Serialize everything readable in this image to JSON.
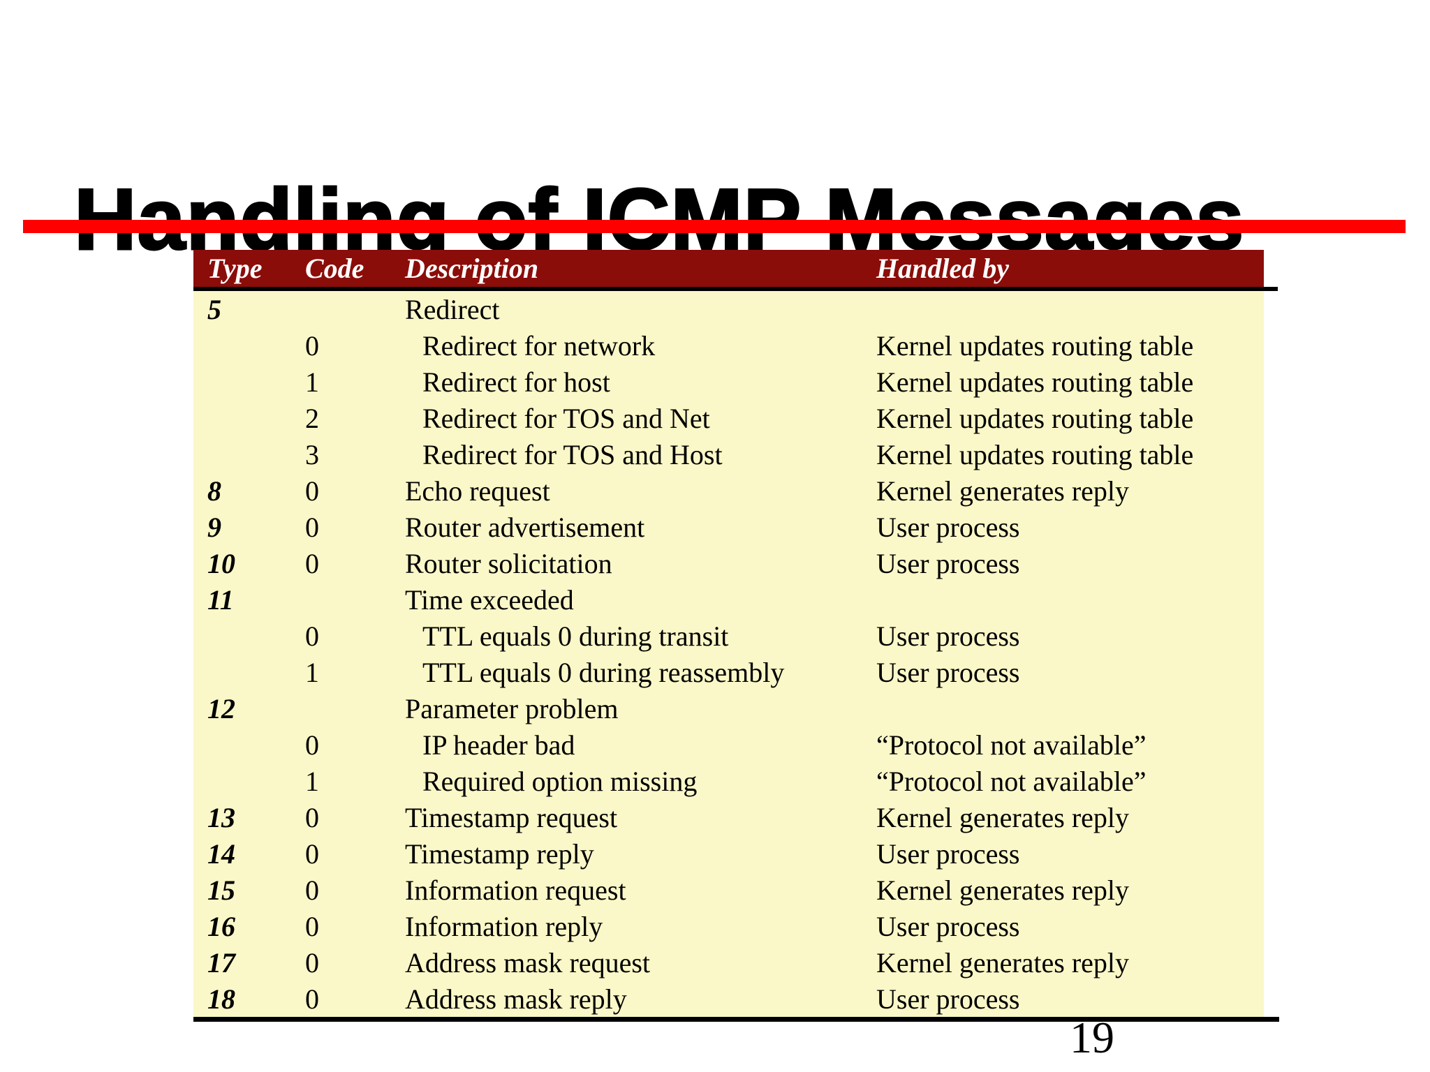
{
  "slide": {
    "title": "Handling of ICMP Messages",
    "page_number": "19",
    "accent_rule_color": "#ff0000",
    "header_bg_color": "#8b0d0a",
    "body_bg_color": "#faf7c8"
  },
  "table": {
    "columns": [
      "Type",
      "Code",
      "Description",
      "Handled by"
    ],
    "rows": [
      {
        "type": "5",
        "code": "",
        "description": "Redirect",
        "handled_by": "",
        "indent": false
      },
      {
        "type": "",
        "code": "0",
        "description": "Redirect for network",
        "handled_by": "Kernel updates routing table",
        "indent": true
      },
      {
        "type": "",
        "code": "1",
        "description": "Redirect for host",
        "handled_by": "Kernel updates routing table",
        "indent": true
      },
      {
        "type": "",
        "code": "2",
        "description": "Redirect for TOS and Net",
        "handled_by": "Kernel updates routing table",
        "indent": true
      },
      {
        "type": "",
        "code": "3",
        "description": "Redirect for TOS and Host",
        "handled_by": "Kernel updates routing table",
        "indent": true
      },
      {
        "type": "8",
        "code": "0",
        "description": "Echo request",
        "handled_by": "Kernel generates reply",
        "indent": false
      },
      {
        "type": "9",
        "code": "0",
        "description": "Router advertisement",
        "handled_by": "User process",
        "indent": false
      },
      {
        "type": "10",
        "code": "0",
        "description": "Router solicitation",
        "handled_by": "User process",
        "indent": false
      },
      {
        "type": "11",
        "code": "",
        "description": "Time exceeded",
        "handled_by": "",
        "indent": false
      },
      {
        "type": "",
        "code": "0",
        "description": "TTL equals 0 during transit",
        "handled_by": "User process",
        "indent": true
      },
      {
        "type": "",
        "code": "1",
        "description": "TTL equals 0 during reassembly",
        "handled_by": "User process",
        "indent": true
      },
      {
        "type": "12",
        "code": "",
        "description": "Parameter problem",
        "handled_by": "",
        "indent": false
      },
      {
        "type": "",
        "code": "0",
        "description": "IP header bad",
        "handled_by": "“Protocol not available”",
        "indent": true
      },
      {
        "type": "",
        "code": "1",
        "description": "Required option missing",
        "handled_by": "“Protocol not available”",
        "indent": true
      },
      {
        "type": "13",
        "code": "0",
        "description": "Timestamp request",
        "handled_by": "Kernel generates reply",
        "indent": false
      },
      {
        "type": "14",
        "code": "0",
        "description": "Timestamp reply",
        "handled_by": "User process",
        "indent": false
      },
      {
        "type": "15",
        "code": "0",
        "description": "Information request",
        "handled_by": "Kernel generates reply",
        "indent": false
      },
      {
        "type": "16",
        "code": "0",
        "description": "Information reply",
        "handled_by": "User process",
        "indent": false
      },
      {
        "type": "17",
        "code": "0",
        "description": "Address mask request",
        "handled_by": "Kernel generates reply",
        "indent": false
      },
      {
        "type": "18",
        "code": "0",
        "description": "Address mask reply",
        "handled_by": "User process",
        "indent": false
      }
    ]
  }
}
